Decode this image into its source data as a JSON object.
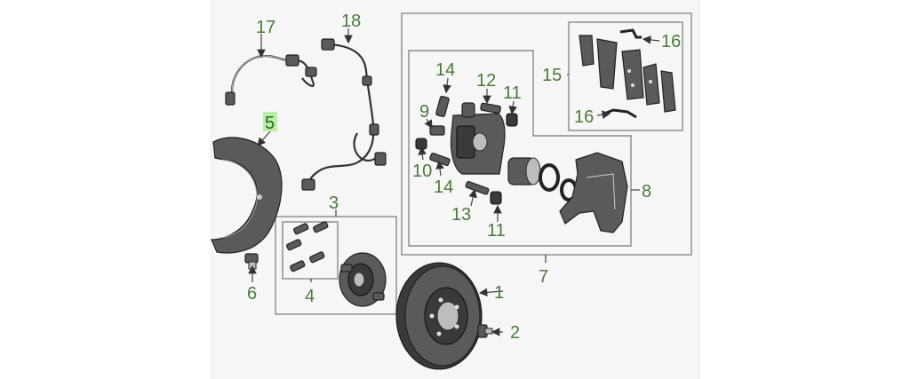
{
  "callouts": [
    {
      "id": "c1",
      "label": "1"
    },
    {
      "id": "c2",
      "label": "2"
    },
    {
      "id": "c3",
      "label": "3"
    },
    {
      "id": "c4",
      "label": "4"
    },
    {
      "id": "c5",
      "label": "5"
    },
    {
      "id": "c6",
      "label": "6"
    },
    {
      "id": "c7",
      "label": "7"
    },
    {
      "id": "c8",
      "label": "8"
    },
    {
      "id": "c9",
      "label": "9"
    },
    {
      "id": "c10",
      "label": "10"
    },
    {
      "id": "c11a",
      "label": "11"
    },
    {
      "id": "c11b",
      "label": "11"
    },
    {
      "id": "c12",
      "label": "12"
    },
    {
      "id": "c13",
      "label": "13"
    },
    {
      "id": "c14a",
      "label": "14"
    },
    {
      "id": "c14b",
      "label": "14"
    },
    {
      "id": "c15",
      "label": "15"
    },
    {
      "id": "c16a",
      "label": "16"
    },
    {
      "id": "c16b",
      "label": "16"
    },
    {
      "id": "c17",
      "label": "17"
    },
    {
      "id": "c18",
      "label": "18"
    }
  ],
  "highlight": {
    "label": "5",
    "color": "#b8f0a8"
  },
  "colors": {
    "callout": "#4a7a3a",
    "box": "#8a8a8a",
    "part": "#5a5a5a"
  }
}
